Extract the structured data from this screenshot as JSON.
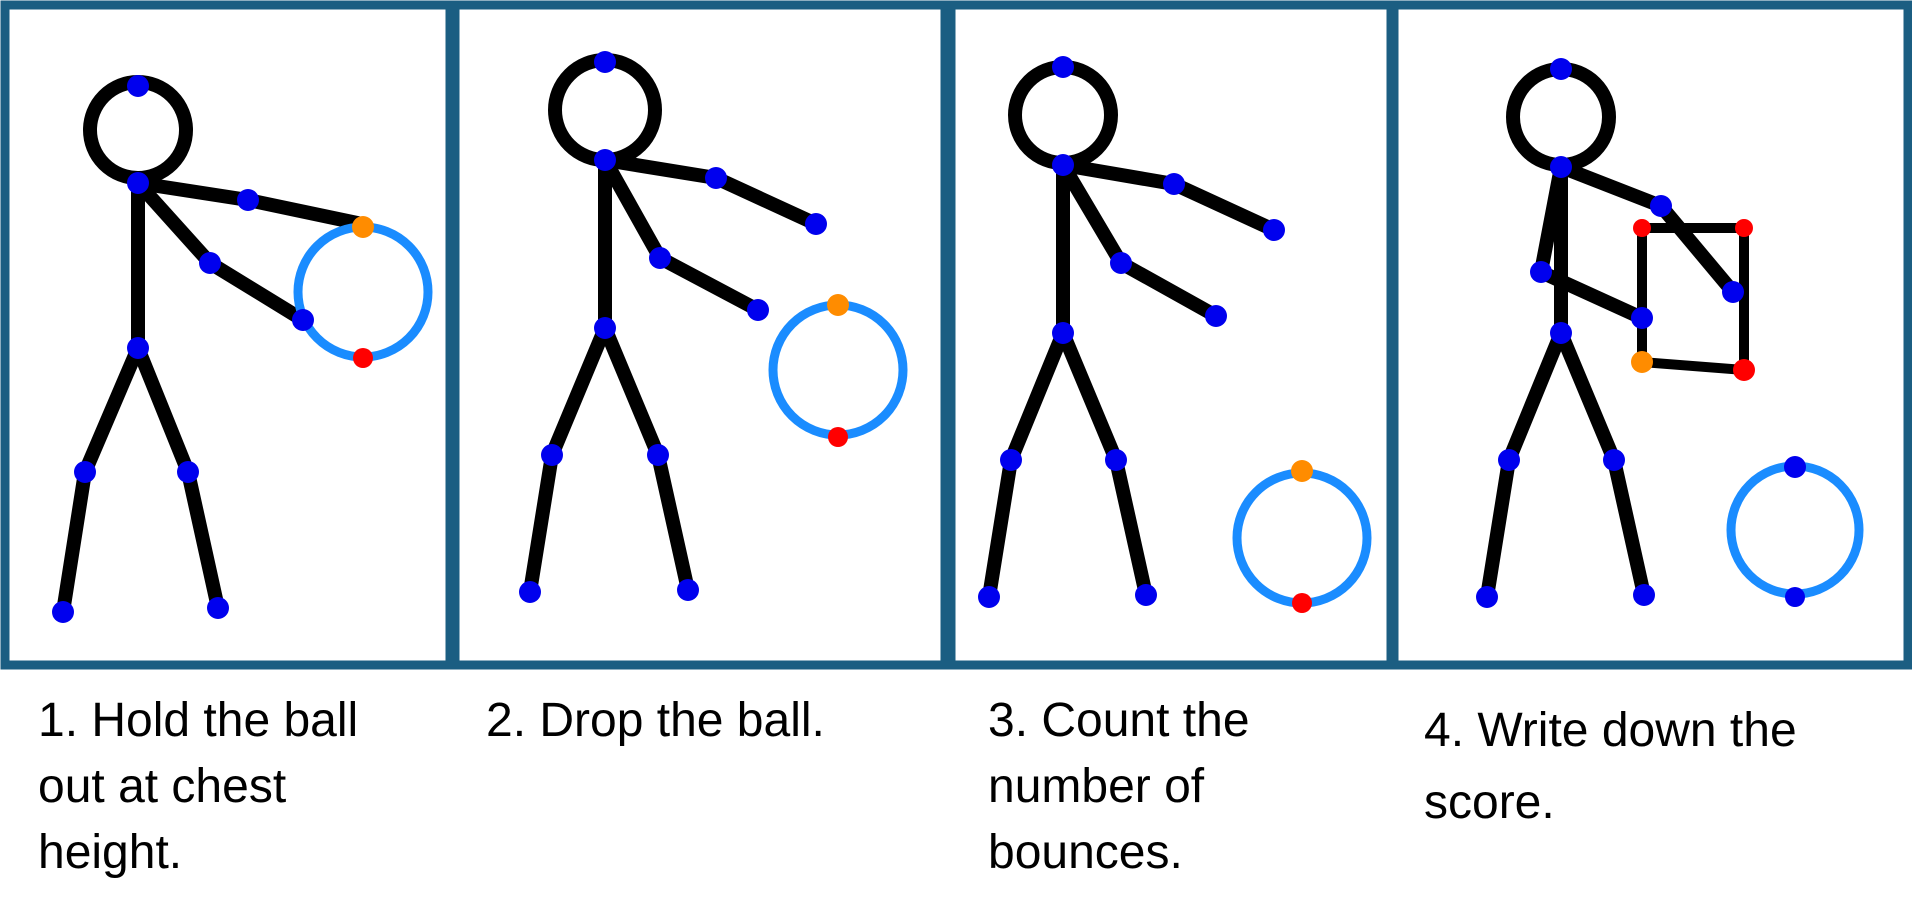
{
  "colors": {
    "frame": "#1b5e82",
    "stick": "#000000",
    "joint": "#0000ee",
    "ball": "#1a8cff",
    "marker_orange": "#ff8c00",
    "marker_red": "#ff0000"
  },
  "steps": [
    {
      "caption_lines": [
        "1. Hold the ball",
        "out at chest",
        "height."
      ]
    },
    {
      "caption_lines": [
        "2. Drop the ball."
      ]
    },
    {
      "caption_lines": [
        "3. Count the",
        "number of",
        "bounces."
      ]
    },
    {
      "caption_lines": [
        "4. Write down the",
        "score."
      ]
    }
  ]
}
